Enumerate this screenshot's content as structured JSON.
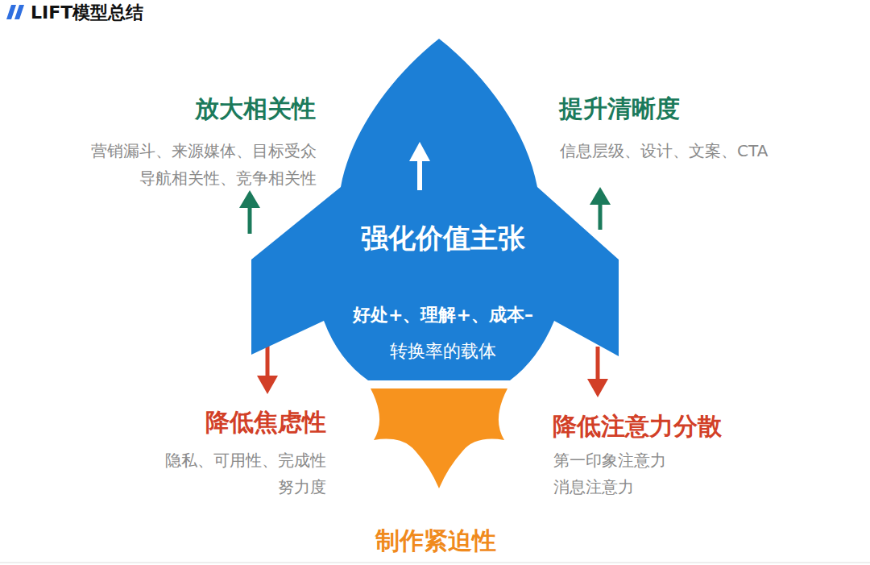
{
  "diagram": {
    "title": "LIFT模型总结",
    "nodes": [
      {
        "text": [
          "强化价值主张",
          "好处+、理解+、成本–",
          "转换率的载体"
        ]
      },
      {
        "text": [
          "制作紧迫性"
        ]
      }
    ],
    "labels": [
      "放大相关性",
      "营销漏斗、来源媒体、目标受众 导航相关性、竞争相关性",
      "提升清晰度",
      "信息层级、设计、文案、CTA",
      "降低焦虑性",
      "隐私、可用性、完成性 努力度",
      "降低注意力分散",
      "第一印象注意力 消息注意力"
    ]
  }
}
